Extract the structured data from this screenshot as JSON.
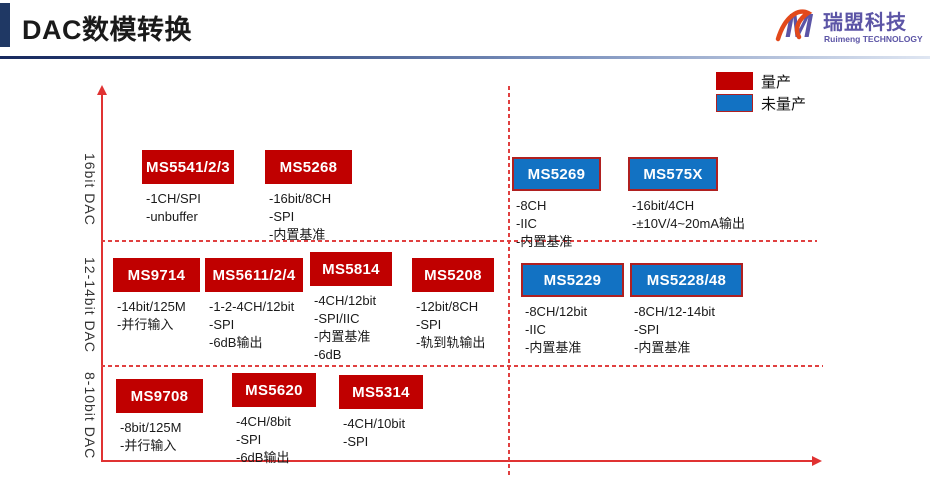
{
  "header": {
    "title": "DAC数模转换"
  },
  "logo": {
    "monogram": "M",
    "brand": "瑞盟科技",
    "subbrand": "Ruimeng TECHNOLOGY"
  },
  "legend": {
    "produced": "量产",
    "not_produced": "未量产"
  },
  "colors": {
    "produced_red": "#C00000",
    "not_produced_blue": "#1272C3",
    "chip_border_red": "#B02020",
    "axis_red": "#E03232",
    "header_navy": "#1F3864",
    "logo_purple": "#5C55A6",
    "logo_swoosh_orange": "#E2491B"
  },
  "chart_data": {
    "type": "table",
    "title": "DAC数模转换",
    "y_groups": [
      "16bit DAC",
      "12-14bit DAC",
      "8-10bit DAC"
    ],
    "legend": [
      {
        "label": "量产",
        "color": "#C00000"
      },
      {
        "label": "未量产",
        "color": "#1272C3"
      }
    ],
    "chips": [
      {
        "name": "MS5541/2/3",
        "group": "16bit DAC",
        "status": "量产",
        "details": [
          "-1CH/SPI",
          "-unbuffer"
        ]
      },
      {
        "name": "MS5268",
        "group": "16bit DAC",
        "status": "量产",
        "details": [
          "-16bit/8CH",
          "-SPI",
          "-内置基准"
        ]
      },
      {
        "name": "MS5269",
        "group": "16bit DAC",
        "status": "未量产",
        "details": [
          "-8CH",
          "-IIC",
          "-内置基准"
        ]
      },
      {
        "name": "MS575X",
        "group": "16bit DAC",
        "status": "未量产",
        "details": [
          "-16bit/4CH",
          "-±10V/4~20mA输出"
        ]
      },
      {
        "name": "MS9714",
        "group": "12-14bit DAC",
        "status": "量产",
        "details": [
          "-14bit/125M",
          "-并行输入"
        ]
      },
      {
        "name": "MS5611/2/4",
        "group": "12-14bit DAC",
        "status": "量产",
        "details": [
          "-1-2-4CH/12bit",
          "-SPI",
          "-6dB输出"
        ]
      },
      {
        "name": "MS5814",
        "group": "12-14bit DAC",
        "status": "量产",
        "details": [
          "-4CH/12bit",
          "-SPI/IIC",
          "-内置基准",
          "-6dB"
        ]
      },
      {
        "name": "MS5208",
        "group": "12-14bit DAC",
        "status": "量产",
        "details": [
          "-12bit/8CH",
          "-SPI",
          "-轨到轨输出"
        ]
      },
      {
        "name": "MS5229",
        "group": "12-14bit DAC",
        "status": "未量产",
        "details": [
          "-8CH/12bit",
          "-IIC",
          "-内置基准"
        ]
      },
      {
        "name": "MS5228/48",
        "group": "12-14bit DAC",
        "status": "未量产",
        "details": [
          "-8CH/12-14bit",
          "-SPI",
          "-内置基准"
        ]
      },
      {
        "name": "MS9708",
        "group": "8-10bit DAC",
        "status": "量产",
        "details": [
          "-8bit/125M",
          "-并行输入"
        ]
      },
      {
        "name": "MS5620",
        "group": "8-10bit DAC",
        "status": "量产",
        "details": [
          "-4CH/8bit",
          "-SPI",
          "-6dB输出"
        ]
      },
      {
        "name": "MS5314",
        "group": "8-10bit DAC",
        "status": "量产",
        "details": [
          "-4CH/10bit",
          "-SPI"
        ]
      }
    ]
  }
}
